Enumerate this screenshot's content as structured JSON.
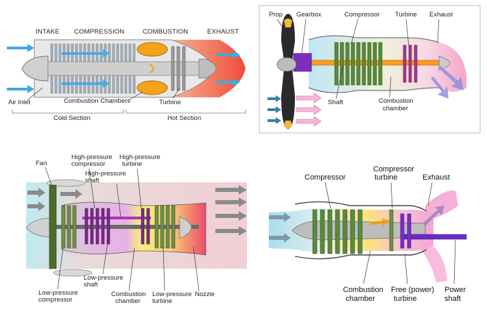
{
  "panel1": {
    "headers": {
      "intake": "INTAKE",
      "compression": "COMPRESSION",
      "combustion": "COMBUSTION",
      "exhaust": "EXHAUST"
    },
    "labels": {
      "air_inlet": "Air Inlet",
      "combustion_chambers": "Combustion Chambers",
      "turbine": "Turbine"
    },
    "sections": {
      "cold": "Cold Section",
      "hot": "Hot Section"
    },
    "colors": {
      "cold_air": "#3fa9e0",
      "hot_gas": "#e8492c",
      "chamber": "#f5a31a"
    }
  },
  "panel2": {
    "labels": {
      "prop": "Prop",
      "gearbox": "Gearbox",
      "compressor": "Compressor",
      "turbine": "Turbine",
      "exhaust": "Exhaust",
      "shaft": "Shaft",
      "combustion_chamber_1": "Combustion",
      "combustion_chamber_2": "chamber"
    },
    "colors": {
      "compressor": "#5b8a3a",
      "turbine": "#a43a8c",
      "gearbox": "#7b2fbf",
      "prop": "#2a2a2a"
    }
  },
  "panel3": {
    "labels": {
      "fan": "Fan",
      "hp_compressor_1": "High-pressure",
      "hp_compressor_2": "compressor",
      "hp_shaft_1": "High-pressure",
      "hp_shaft_2": "shaft",
      "hp_turbine_1": "High-pressure",
      "hp_turbine_2": "turbine",
      "lp_compressor_1": "Low-pressure",
      "lp_compressor_2": "compressor",
      "lp_shaft_1": "Low-pressure",
      "lp_shaft_2": "shaft",
      "combustion_1": "Combustion",
      "combustion_2": "chamber",
      "lp_turbine_1": "Low-pressure",
      "lp_turbine_2": "turbine",
      "nozzle": "Nozzle"
    },
    "colors": {
      "fan": "#4d6b2c",
      "hp": "#7a2a8c",
      "combustion": "#f6e84a",
      "exhaust": "#e8506a"
    }
  },
  "panel4": {
    "labels": {
      "compressor": "Compressor",
      "compressor_turbine_1": "Compressor",
      "compressor_turbine_2": "turbine",
      "exhaust": "Exhaust",
      "combustion_1": "Combustion",
      "combustion_2": "chamber",
      "free_turbine_1": "Free (power)",
      "free_turbine_2": "turbine",
      "power_shaft_1": "Power",
      "power_shaft_2": "shaft"
    },
    "colors": {
      "compressor": "#5b8a3a",
      "power_shaft": "#6a2bc9",
      "exhaust": "#f2a6d8"
    }
  }
}
